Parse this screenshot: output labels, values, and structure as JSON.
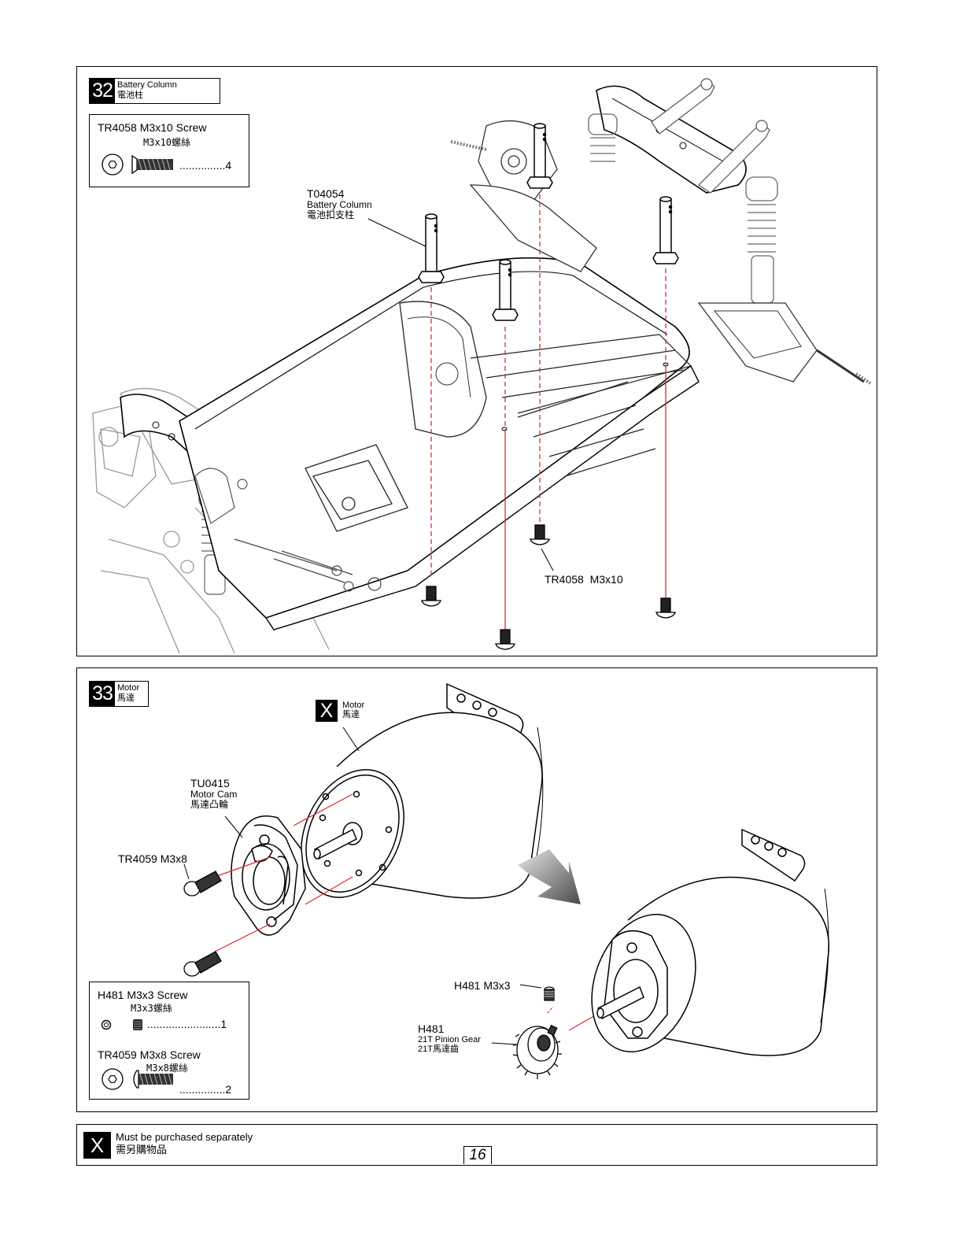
{
  "step32": {
    "number": "32",
    "title_en": "Battery Column",
    "title_zh": "電池柱",
    "parts_box": {
      "name_en": "TR4058 M3x10 Screw",
      "name_zh": "M3x10螺絲",
      "dots": "...............",
      "qty": "4"
    },
    "callout_column": {
      "code": "T04054",
      "name_en": "Battery Column",
      "name_zh": "電池扣支柱"
    },
    "callout_screw": "TR4058  M3x10"
  },
  "step33": {
    "number": "33",
    "title_en": "Motor",
    "title_zh": "馬達",
    "motor_callout": {
      "badge": "X",
      "name_en": "Motor",
      "name_zh": "馬達"
    },
    "motor_cam": {
      "code": "TU0415",
      "name_en": "Motor Cam",
      "name_zh": "馬達凸輪"
    },
    "screw_callout": "TR4059 M3x8",
    "setscrew_callout": "H481 M3x3",
    "pinion": {
      "code": "H481",
      "name_en": "21T Pinion Gear",
      "name_zh": "21T馬達齒"
    },
    "parts_box": {
      "item1": {
        "name_en": "H481 M3x3 Screw",
        "name_zh": "M3x3螺絲",
        "dots": "........................",
        "qty": "1"
      },
      "item2": {
        "name_en": "TR4059 M3x8 Screw",
        "name_zh": "M3x8螺絲",
        "dots": "...............",
        "qty": "2"
      }
    }
  },
  "footer": {
    "badge": "X",
    "note_en": "Must be purchased separately",
    "note_zh": "需另購物品",
    "page_number": "16"
  },
  "colors": {
    "guide_line": "#e0282c",
    "ink": "#000000",
    "faded_ink": "#8c8c8c"
  }
}
